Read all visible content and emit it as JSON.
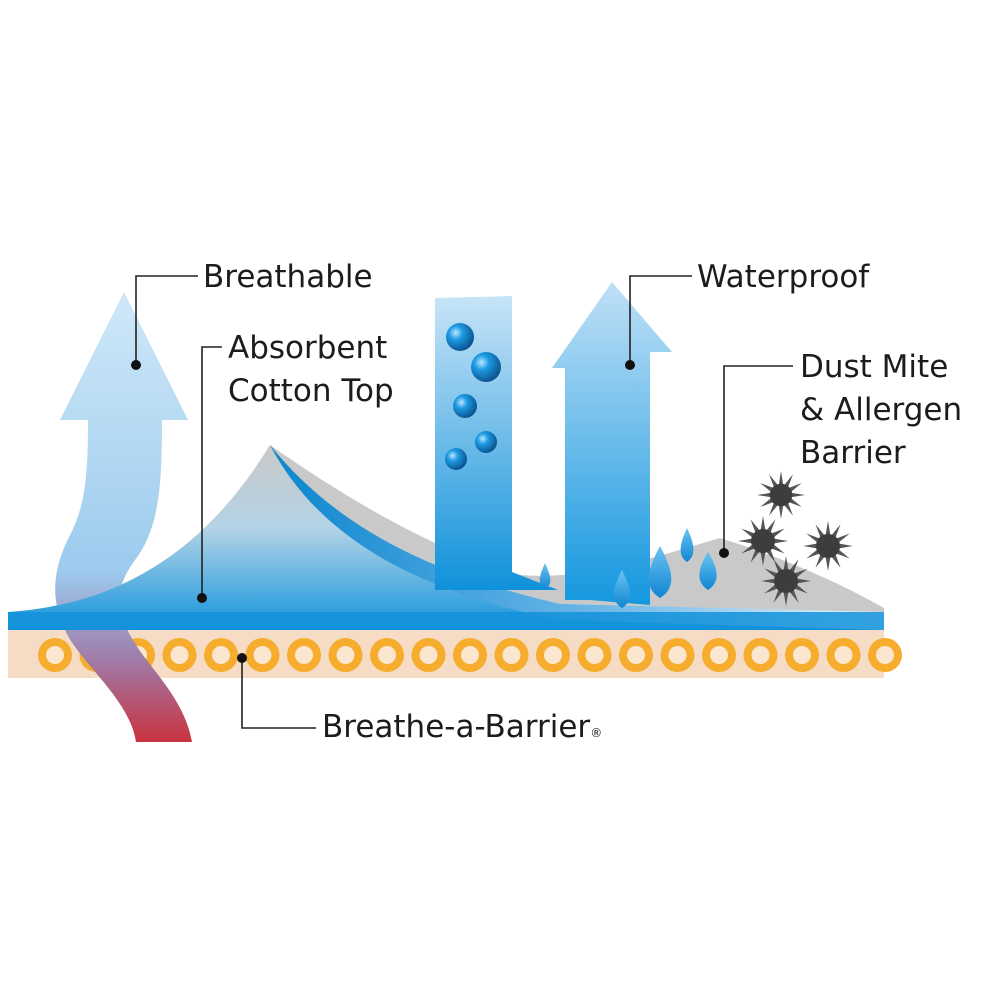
{
  "labels": {
    "breathable": "Breathable",
    "absorbent": [
      "Absorbent",
      "Cotton Top"
    ],
    "waterproof": "Waterproof",
    "dust_mite": [
      "Dust Mite",
      "& Allergen",
      "Barrier"
    ],
    "breathe_a_barrier": "Breathe-a-Barrier",
    "registered_mark": "®"
  },
  "colors": {
    "blue_dark": "#0e8fd8",
    "blue_light": "#cfe7f7",
    "grey_layer": "#c9c9c9",
    "cotton_band": "#f6dcc4",
    "fiber_orange": "#f6ac2c",
    "heat_red": "#c9333f",
    "allergen": "#555555",
    "leader_line": "#222222"
  }
}
